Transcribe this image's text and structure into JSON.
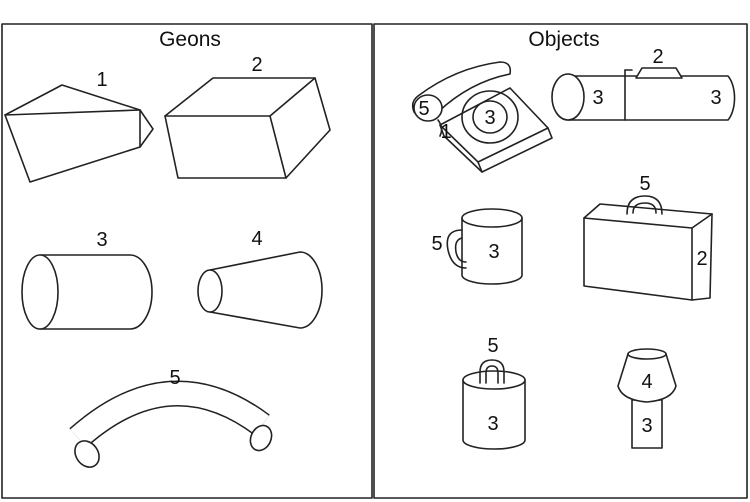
{
  "panels": {
    "left_title": "Geons",
    "right_title": "Objects"
  },
  "geons": {
    "g1": "1",
    "g2": "2",
    "g3": "3",
    "g4": "4",
    "g5": "5"
  },
  "objects": {
    "phone": {
      "handset": "5",
      "cord": "1",
      "dial": "3"
    },
    "flashlight": {
      "body_left": "3",
      "switch": "2",
      "body_right": "3"
    },
    "mug": {
      "handle": "5",
      "body": "3"
    },
    "briefcase": {
      "handle": "5",
      "body": "2"
    },
    "bucket": {
      "handle": "5",
      "body": "3"
    },
    "lamp": {
      "shade": "4",
      "base": "3"
    }
  }
}
